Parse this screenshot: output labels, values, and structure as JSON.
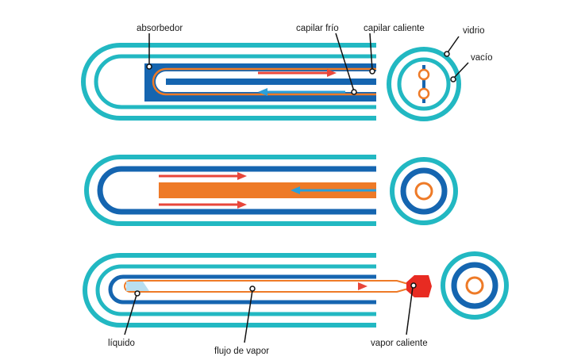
{
  "colors": {
    "glass": "#22b8c2",
    "absorber": "#1565b0",
    "copper": "#ee7a27",
    "hot": "#e8463a",
    "cold": "#2b9fd9",
    "liquid": "#b9dff0",
    "vapor_hot": "#e82b22"
  },
  "labels": {
    "absorbedor": "absorbedor",
    "capilar_frio": "capilar frío",
    "capilar_caliente": "capilar caliente",
    "vidrio": "vidrio",
    "vacio": "vacío",
    "liquido": "líquido",
    "flujo_de_vapor": "flujo de vapor",
    "vapor_caliente": "vapor caliente"
  }
}
